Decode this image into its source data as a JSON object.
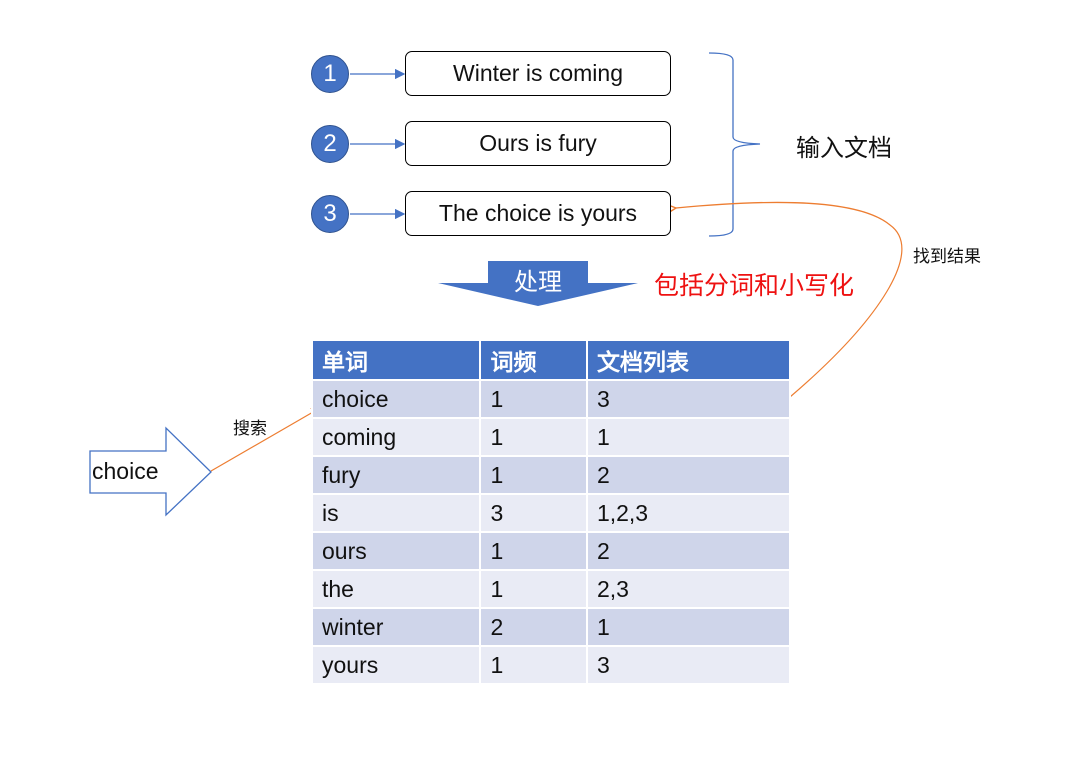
{
  "input_documents": [
    {
      "id": "1",
      "text": "Winter is coming"
    },
    {
      "id": "2",
      "text": "Ours is fury"
    },
    {
      "id": "3",
      "text": "The choice is yours"
    }
  ],
  "brace_label": "输入文档",
  "process": {
    "arrow_label": "处理",
    "note": "包括分词和小写化"
  },
  "index_table": {
    "headers": [
      "单词",
      "词频",
      "文档列表"
    ],
    "rows": [
      [
        "choice",
        "1",
        "3"
      ],
      [
        "coming",
        "1",
        "1"
      ],
      [
        "fury",
        "1",
        "2"
      ],
      [
        "is",
        "3",
        "1,2,3"
      ],
      [
        "ours",
        "1",
        "2"
      ],
      [
        "the",
        "1",
        "2,3"
      ],
      [
        "winter",
        "2",
        "1"
      ],
      [
        "yours",
        "1",
        "3"
      ]
    ]
  },
  "query": {
    "term": "choice",
    "search_label": "搜索",
    "result_label": "找到结果"
  },
  "colors": {
    "accent_blue": "#4472c4",
    "row_dark": "#cfd5ea",
    "row_light": "#e9ebf5",
    "note_red": "#ee1111",
    "connector_orange": "#ed7d31"
  }
}
